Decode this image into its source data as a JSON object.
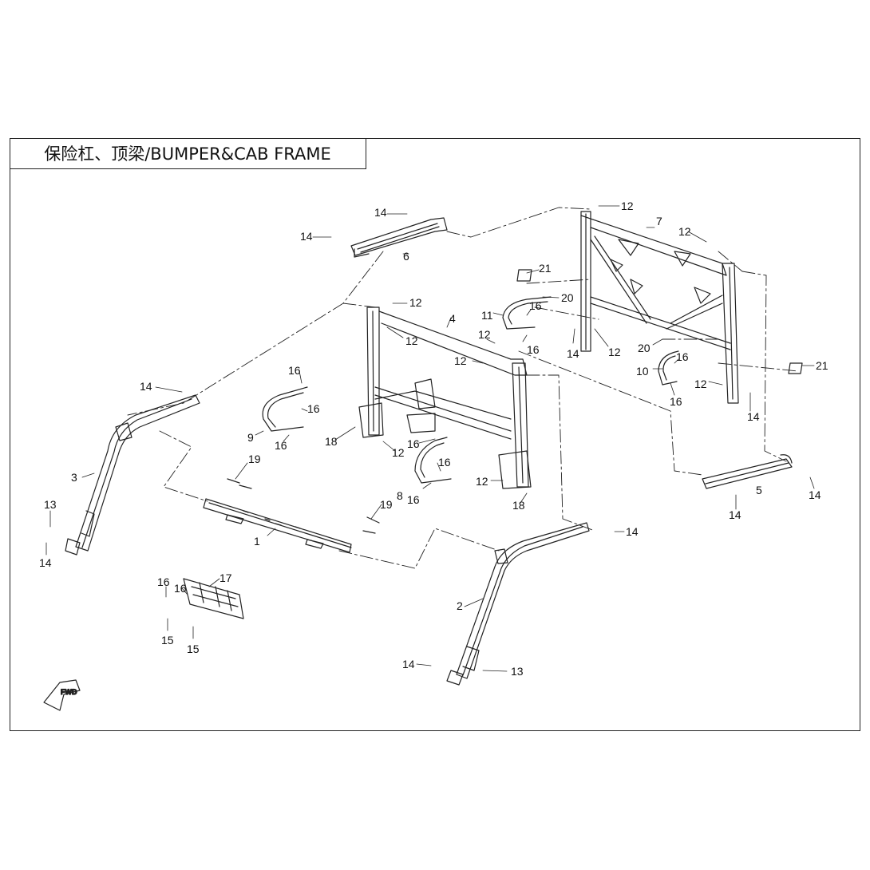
{
  "title": "保险杠、顶梁/BUMPER&CAB FRAME",
  "fwd_label": "FWD",
  "callouts": [
    {
      "id": "c14a",
      "label": "14"
    },
    {
      "id": "c14b",
      "label": "14"
    },
    {
      "id": "c6",
      "label": "6"
    },
    {
      "id": "c12a",
      "label": "12"
    },
    {
      "id": "c7",
      "label": "7"
    },
    {
      "id": "c12b",
      "label": "12"
    },
    {
      "id": "c21a",
      "label": "21"
    },
    {
      "id": "c20a",
      "label": "20"
    },
    {
      "id": "c16a",
      "label": "16"
    },
    {
      "id": "c11",
      "label": "11"
    },
    {
      "id": "c16b",
      "label": "16"
    },
    {
      "id": "c14c",
      "label": "14"
    },
    {
      "id": "c12c",
      "label": "12"
    },
    {
      "id": "c20b",
      "label": "20"
    },
    {
      "id": "c16c",
      "label": "16"
    },
    {
      "id": "c10",
      "label": "10"
    },
    {
      "id": "c16d",
      "label": "16"
    },
    {
      "id": "c21b",
      "label": "21"
    },
    {
      "id": "c12d",
      "label": "12"
    },
    {
      "id": "c14d",
      "label": "14"
    },
    {
      "id": "c12e",
      "label": "12"
    },
    {
      "id": "c4",
      "label": "4"
    },
    {
      "id": "c12f",
      "label": "12"
    },
    {
      "id": "c12g",
      "label": "12"
    },
    {
      "id": "c12h",
      "label": "12"
    },
    {
      "id": "c14e",
      "label": "14"
    },
    {
      "id": "c16e",
      "label": "16"
    },
    {
      "id": "c16f",
      "label": "16"
    },
    {
      "id": "c9",
      "label": "9"
    },
    {
      "id": "c16g",
      "label": "16"
    },
    {
      "id": "c18a",
      "label": "18"
    },
    {
      "id": "c12i",
      "label": "12"
    },
    {
      "id": "c16h",
      "label": "16"
    },
    {
      "id": "c16i",
      "label": "16"
    },
    {
      "id": "c8",
      "label": "8"
    },
    {
      "id": "c16j",
      "label": "16"
    },
    {
      "id": "c12j",
      "label": "12"
    },
    {
      "id": "c18b",
      "label": "18"
    },
    {
      "id": "c5",
      "label": "5"
    },
    {
      "id": "c14f",
      "label": "14"
    },
    {
      "id": "c14g",
      "label": "14"
    },
    {
      "id": "c3",
      "label": "3"
    },
    {
      "id": "c19a",
      "label": "19"
    },
    {
      "id": "c13a",
      "label": "13"
    },
    {
      "id": "c14h",
      "label": "14"
    },
    {
      "id": "c1",
      "label": "1"
    },
    {
      "id": "c19b",
      "label": "19"
    },
    {
      "id": "c14i",
      "label": "14"
    },
    {
      "id": "c16k",
      "label": "16"
    },
    {
      "id": "c16l",
      "label": "16"
    },
    {
      "id": "c17",
      "label": "17"
    },
    {
      "id": "c15a",
      "label": "15"
    },
    {
      "id": "c15b",
      "label": "15"
    },
    {
      "id": "c2",
      "label": "2"
    },
    {
      "id": "c14j",
      "label": "14"
    },
    {
      "id": "c13b",
      "label": "13"
    }
  ]
}
